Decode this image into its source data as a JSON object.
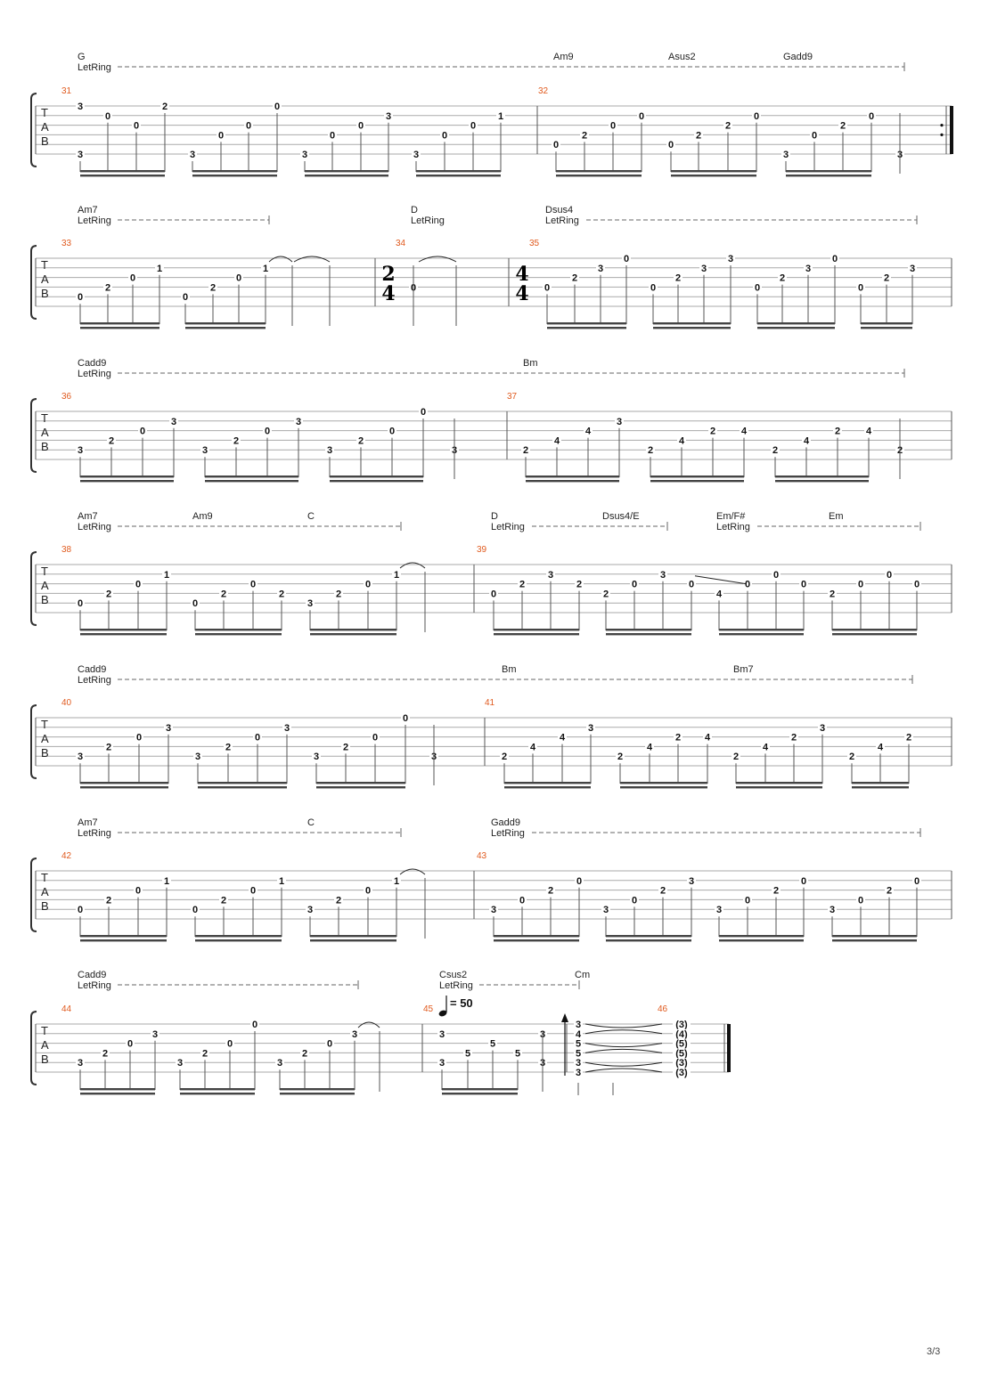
{
  "page": {
    "number": "3/3"
  },
  "systems": [
    {
      "chords": [
        "G",
        "Am9",
        "Asus2",
        "Gadd9"
      ],
      "letring": [
        "LetRing"
      ],
      "measures": [
        {
          "num": "31",
          "notes": [
            [
              "3",
              "3"
            ],
            [
              "0"
            ],
            [
              "0"
            ],
            [
              "2"
            ],
            [
              "3"
            ],
            [
              "0"
            ],
            [
              "0"
            ],
            [
              "0"
            ],
            [
              "3"
            ],
            [
              "0"
            ],
            [
              "0"
            ],
            [
              "3"
            ],
            [
              "3"
            ],
            [
              "0"
            ],
            [
              "0"
            ],
            [
              "1"
            ]
          ]
        },
        {
          "num": "32",
          "notes": [
            [
              "0"
            ],
            [
              "2"
            ],
            [
              "0"
            ],
            [
              "0"
            ],
            [
              "0"
            ],
            [
              "2"
            ],
            [
              "2"
            ],
            [
              "0"
            ],
            [
              "3"
            ],
            [
              "0"
            ],
            [
              "2"
            ],
            [
              "0"
            ],
            [
              "3"
            ]
          ]
        }
      ]
    },
    {
      "chords": [
        "Am7",
        "D",
        "Dsus4"
      ],
      "letring": [
        "LetRing",
        "LetRing",
        "LetRing"
      ],
      "timesig": [
        {
          "top": "2",
          "bottom": "4"
        },
        {
          "top": "4",
          "bottom": "4"
        }
      ],
      "measures": [
        {
          "num": "33",
          "notes": [
            [
              "0"
            ],
            [
              "2"
            ],
            [
              "0"
            ],
            [
              "1"
            ],
            [
              "0"
            ],
            [
              "2"
            ],
            [
              "0"
            ],
            [
              "1"
            ]
          ]
        },
        {
          "num": "34",
          "notes": [
            [
              "0"
            ]
          ]
        },
        {
          "num": "35",
          "notes": [
            [
              "0"
            ],
            [
              "2"
            ],
            [
              "3"
            ],
            [
              "0"
            ],
            [
              "0"
            ],
            [
              "2"
            ],
            [
              "3"
            ],
            [
              "3"
            ],
            [
              "0"
            ],
            [
              "2"
            ],
            [
              "3"
            ],
            [
              "0"
            ],
            [
              "0"
            ],
            [
              "2"
            ],
            [
              "3"
            ]
          ]
        }
      ]
    },
    {
      "chords": [
        "Cadd9",
        "Bm"
      ],
      "letring": [
        "LetRing"
      ],
      "measures": [
        {
          "num": "36",
          "notes": [
            [
              "3"
            ],
            [
              "2"
            ],
            [
              "0"
            ],
            [
              "3"
            ],
            [
              "3"
            ],
            [
              "2"
            ],
            [
              "0"
            ],
            [
              "3"
            ],
            [
              "3"
            ],
            [
              "2"
            ],
            [
              "0"
            ],
            [
              "0"
            ],
            [
              "3"
            ]
          ]
        },
        {
          "num": "37",
          "notes": [
            [
              "2"
            ],
            [
              "4"
            ],
            [
              "4"
            ],
            [
              "3"
            ],
            [
              "2"
            ],
            [
              "4"
            ],
            [
              "2"
            ],
            [
              "4"
            ],
            [
              "2"
            ],
            [
              "4"
            ],
            [
              "2"
            ],
            [
              "4"
            ],
            [
              "2"
            ]
          ]
        }
      ]
    },
    {
      "chords": [
        "Am7",
        "Am9",
        "C",
        "D",
        "Dsus4/E",
        "Em/F#",
        "Em"
      ],
      "letring": [
        "LetRing",
        "LetRing",
        "LetRing"
      ],
      "measures": [
        {
          "num": "38",
          "notes": [
            [
              "0"
            ],
            [
              "2"
            ],
            [
              "0"
            ],
            [
              "1"
            ],
            [
              "0"
            ],
            [
              "2"
            ],
            [
              "0"
            ],
            [
              "2"
            ],
            [
              "3"
            ],
            [
              "2"
            ],
            [
              "0"
            ],
            [
              "1"
            ]
          ]
        },
        {
          "num": "39",
          "notes": [
            [
              "0"
            ],
            [
              "2"
            ],
            [
              "3"
            ],
            [
              "2"
            ],
            [
              "2"
            ],
            [
              "0"
            ],
            [
              "3"
            ],
            [
              "0"
            ],
            [
              "4"
            ],
            [
              "0"
            ],
            [
              "0"
            ],
            [
              "0"
            ],
            [
              "2"
            ],
            [
              "0"
            ],
            [
              "0"
            ],
            [
              "0"
            ]
          ]
        }
      ]
    },
    {
      "chords": [
        "Cadd9",
        "Bm",
        "Bm7"
      ],
      "letring": [
        "LetRing"
      ],
      "measures": [
        {
          "num": "40",
          "notes": [
            [
              "3"
            ],
            [
              "2"
            ],
            [
              "0"
            ],
            [
              "3"
            ],
            [
              "3"
            ],
            [
              "2"
            ],
            [
              "0"
            ],
            [
              "3"
            ],
            [
              "3"
            ],
            [
              "2"
            ],
            [
              "0"
            ],
            [
              "0"
            ],
            [
              "3"
            ]
          ]
        },
        {
          "num": "41",
          "notes": [
            [
              "2"
            ],
            [
              "4"
            ],
            [
              "4"
            ],
            [
              "3"
            ],
            [
              "2"
            ],
            [
              "4"
            ],
            [
              "2"
            ],
            [
              "4"
            ],
            [
              "2"
            ],
            [
              "4"
            ],
            [
              "2"
            ],
            [
              "3"
            ],
            [
              "2"
            ],
            [
              "4"
            ],
            [
              "2"
            ]
          ]
        }
      ]
    },
    {
      "chords": [
        "Am7",
        "C",
        "Gadd9"
      ],
      "letring": [
        "LetRing",
        "LetRing"
      ],
      "measures": [
        {
          "num": "42",
          "notes": [
            [
              "0"
            ],
            [
              "2"
            ],
            [
              "0"
            ],
            [
              "1"
            ],
            [
              "0"
            ],
            [
              "2"
            ],
            [
              "0"
            ],
            [
              "1"
            ],
            [
              "3"
            ],
            [
              "2"
            ],
            [
              "0"
            ],
            [
              "1"
            ]
          ]
        },
        {
          "num": "43",
          "notes": [
            [
              "3"
            ],
            [
              "0"
            ],
            [
              "2"
            ],
            [
              "0"
            ],
            [
              "3"
            ],
            [
              "0"
            ],
            [
              "2"
            ],
            [
              "3"
            ],
            [
              "3"
            ],
            [
              "0"
            ],
            [
              "2"
            ],
            [
              "0"
            ],
            [
              "3"
            ],
            [
              "0"
            ],
            [
              "2"
            ],
            [
              "0"
            ]
          ]
        }
      ]
    },
    {
      "chords": [
        "Cadd9",
        "Csus2",
        "Cm"
      ],
      "letring": [
        "LetRing",
        "LetRing"
      ],
      "tempo": "= 50",
      "measures": [
        {
          "num": "44",
          "notes": [
            [
              "3"
            ],
            [
              "2"
            ],
            [
              "0"
            ],
            [
              "3"
            ],
            [
              "3"
            ],
            [
              "2"
            ],
            [
              "0"
            ],
            [
              "0"
            ],
            [
              "3"
            ],
            [
              "2"
            ],
            [
              "0"
            ],
            [
              "3"
            ]
          ]
        },
        {
          "num": "45",
          "notes": [
            [
              "3",
              "3"
            ],
            [
              "5"
            ],
            [
              "5"
            ],
            [
              "5"
            ],
            [
              "3",
              "3"
            ]
          ]
        },
        {
          "num": "46",
          "chord": [
            "3",
            "4",
            "5",
            "5",
            "3",
            "3"
          ],
          "ring": [
            "(3)",
            "(4)",
            "(5)",
            "(5)",
            "(3)",
            "(3)"
          ]
        }
      ]
    }
  ]
}
